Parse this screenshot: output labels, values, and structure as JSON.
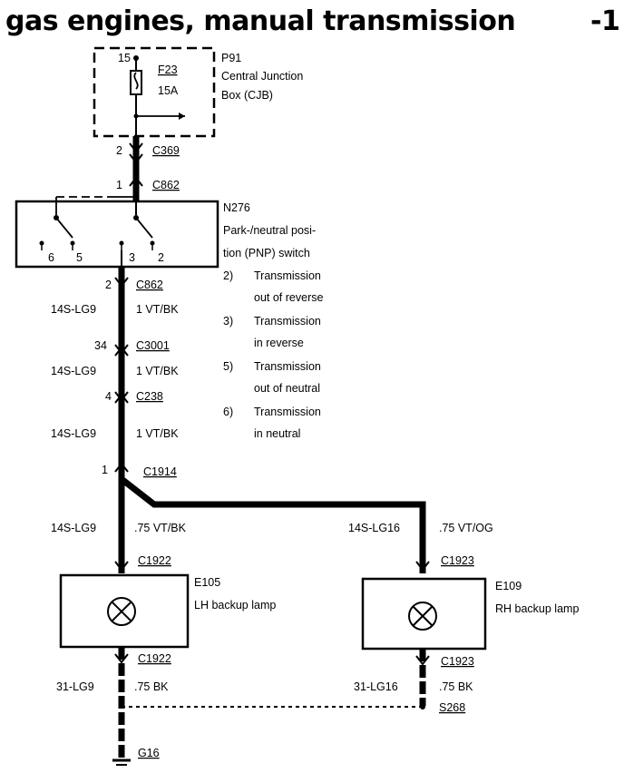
{
  "title": "gas engines, manual transmission",
  "page_number": "-1",
  "junction_box": {
    "id": "P91",
    "line1": "Central Junction",
    "line2": "Box (CJB)",
    "pin": "15"
  },
  "fuse": {
    "id": "F23",
    "rating": "15A"
  },
  "c369": {
    "pin": "2",
    "name": "C369"
  },
  "c862_top": {
    "pin": "1",
    "name": "C862"
  },
  "pnp_switch": {
    "id": "N276",
    "line1": "Park-/neutral posi-",
    "line2": "tion (PNP) switch",
    "pins": [
      "6",
      "5",
      "3",
      "2"
    ]
  },
  "switch_notes": [
    {
      "num": "2)",
      "line1": "Transmission",
      "line2": "out of reverse"
    },
    {
      "num": "3)",
      "line1": "Transmission",
      "line2": "in reverse"
    },
    {
      "num": "5)",
      "line1": "Transmission",
      "line2": "out of neutral"
    },
    {
      "num": "6)",
      "line1": "Transmission",
      "line2": "in neutral"
    }
  ],
  "c862_bottom": {
    "pin": "2",
    "name": "C862"
  },
  "wire_a": {
    "circuit": "14S-LG9",
    "spec": "1 VT/BK"
  },
  "c3001": {
    "pin": "34",
    "name": "C3001"
  },
  "wire_b": {
    "circuit": "14S-LG9",
    "spec": "1 VT/BK"
  },
  "c238": {
    "pin": "4",
    "name": "C238"
  },
  "wire_c": {
    "circuit": "14S-LG9",
    "spec": "1 VT/BK"
  },
  "c1914": {
    "pin": "1",
    "name": "C1914"
  },
  "wire_lh": {
    "circuit": "14S-LG9",
    "spec": ".75 VT/BK"
  },
  "wire_rh": {
    "circuit": "14S-LG16",
    "spec": ".75 VT/OG"
  },
  "lamp_lh": {
    "id": "E105",
    "name": "LH backup lamp",
    "conn_top": "C1922",
    "conn_bottom": "C1922"
  },
  "lamp_rh": {
    "id": "E109",
    "name": "RH backup lamp",
    "conn_top": "C1923",
    "conn_bottom": "C1923"
  },
  "ground_wire_lh": {
    "circuit": "31-LG9",
    "spec": ".75 BK"
  },
  "ground_wire_rh": {
    "circuit": "31-LG16",
    "spec": ".75 BK"
  },
  "splice": {
    "name": "S268"
  },
  "ground": {
    "name": "G16"
  }
}
